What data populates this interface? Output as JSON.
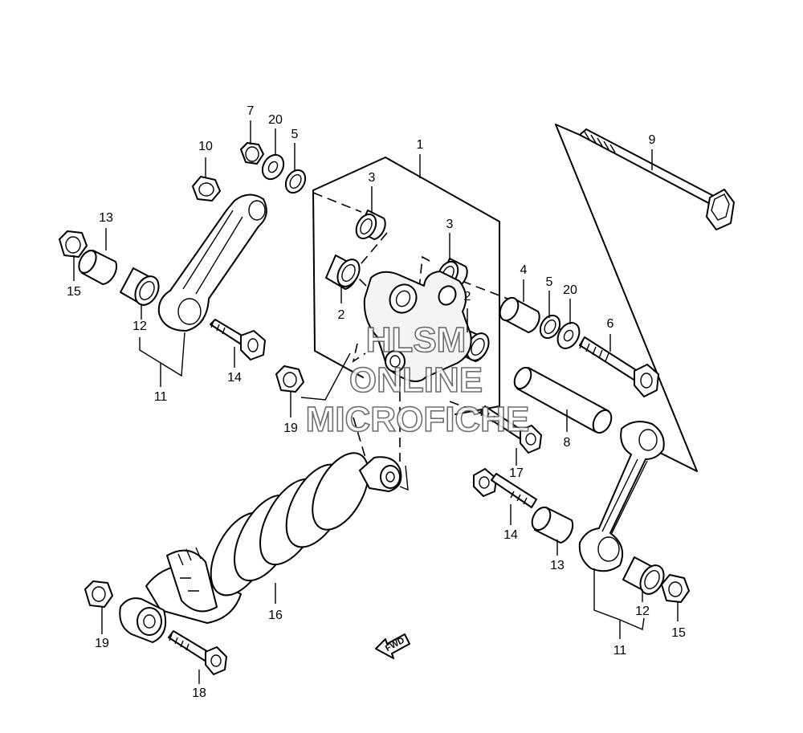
{
  "callouts": [
    {
      "id": "c1",
      "text": "1"
    },
    {
      "id": "c2a",
      "text": "2"
    },
    {
      "id": "c2b",
      "text": "2"
    },
    {
      "id": "c3a",
      "text": "3"
    },
    {
      "id": "c3b",
      "text": "3"
    },
    {
      "id": "c4",
      "text": "4"
    },
    {
      "id": "c5a",
      "text": "5"
    },
    {
      "id": "c5b",
      "text": "5"
    },
    {
      "id": "c6",
      "text": "6"
    },
    {
      "id": "c7",
      "text": "7"
    },
    {
      "id": "c8",
      "text": "8"
    },
    {
      "id": "c9",
      "text": "9"
    },
    {
      "id": "c10",
      "text": "10"
    },
    {
      "id": "c11a",
      "text": "11"
    },
    {
      "id": "c11b",
      "text": "11"
    },
    {
      "id": "c12a",
      "text": "12"
    },
    {
      "id": "c12b",
      "text": "12"
    },
    {
      "id": "c13a",
      "text": "13"
    },
    {
      "id": "c13b",
      "text": "13"
    },
    {
      "id": "c14a",
      "text": "14"
    },
    {
      "id": "c14b",
      "text": "14"
    },
    {
      "id": "c15a",
      "text": "15"
    },
    {
      "id": "c15b",
      "text": "15"
    },
    {
      "id": "c16",
      "text": "16"
    },
    {
      "id": "c17",
      "text": "17"
    },
    {
      "id": "c18",
      "text": "18"
    },
    {
      "id": "c19a",
      "text": "19"
    },
    {
      "id": "c19b",
      "text": "19"
    },
    {
      "id": "c20a",
      "text": "20"
    },
    {
      "id": "c20b",
      "text": "20"
    }
  ],
  "watermark": {
    "line1": "HLSM",
    "line2": "ONLINE",
    "line3": "MICROFICHE"
  },
  "fwd_arrow": {
    "text": "FWD"
  },
  "colors": {
    "line": "#000000",
    "background": "#ffffff",
    "watermark_stroke": "#555555"
  }
}
